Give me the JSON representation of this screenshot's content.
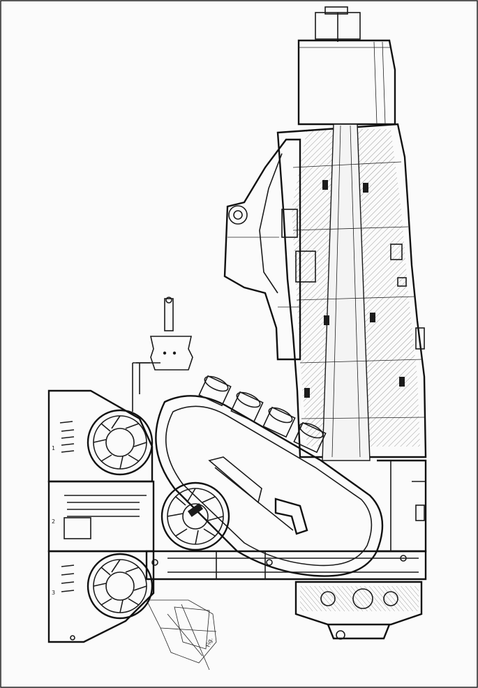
{
  "diagram": {
    "annotations": {
      "detail_note_1": "1",
      "detail_note_2": "2",
      "detail_note_3": "3",
      "sketch_note": "Fig."
    },
    "colors": {
      "ink": "#1a1a1a",
      "paper": "#fbfbfb",
      "border": "#222222"
    },
    "components": [
      "motor-housing",
      "spindle-cone",
      "bearing-stack",
      "side-bracket",
      "curved-hopper",
      "fan-rotor-top",
      "fan-rotor-middle",
      "fan-rotor-bottom",
      "pipe-bank",
      "base-frame",
      "lower-gearbox",
      "linkage-sketch",
      "bolt-fixture"
    ]
  }
}
